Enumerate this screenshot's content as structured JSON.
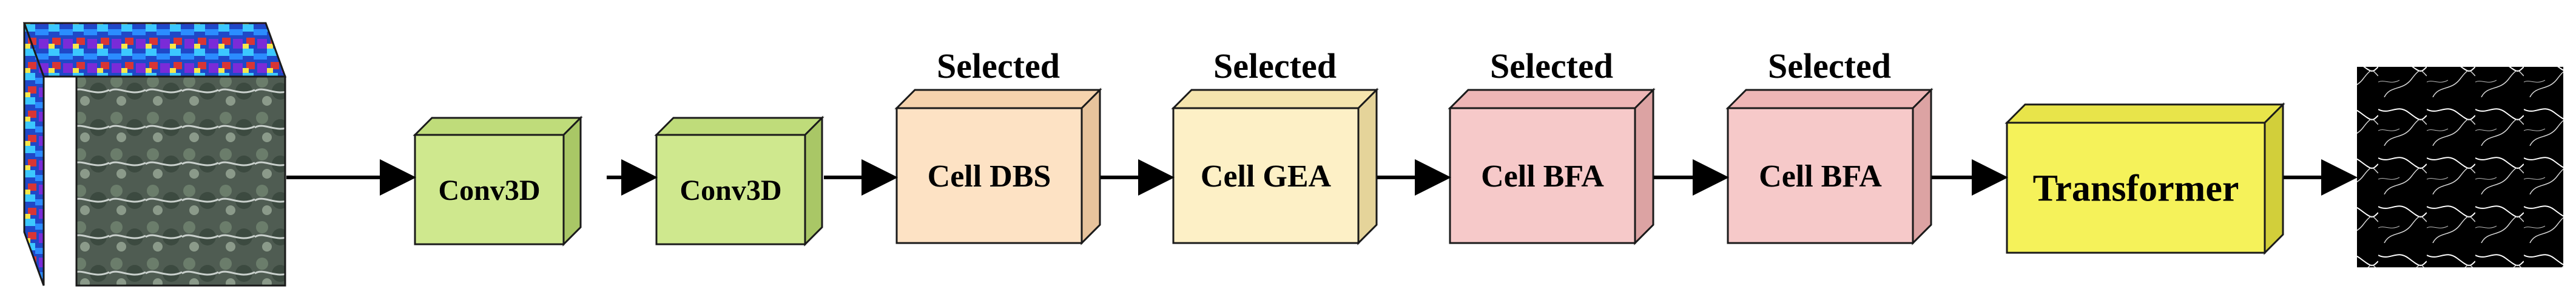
{
  "pipeline": {
    "blocks": [
      {
        "id": "conv3d-1",
        "label": "Conv3D",
        "face": "#cfe88e",
        "top": "#bfdc7a",
        "side": "#a9c766",
        "above": ""
      },
      {
        "id": "conv3d-2",
        "label": "Conv3D",
        "face": "#cfe88e",
        "top": "#bfdc7a",
        "side": "#a9c766",
        "above": ""
      },
      {
        "id": "cell-dbs",
        "label": "Cell DBS",
        "face": "#fde2c4",
        "top": "#f6d3ad",
        "side": "#e7c39c",
        "above": "Selected"
      },
      {
        "id": "cell-gea",
        "label": "Cell GEA",
        "face": "#fdf0c6",
        "top": "#f5e5ae",
        "side": "#e5d49a",
        "above": "Selected"
      },
      {
        "id": "cell-bfa-1",
        "label": "Cell BFA",
        "face": "#f6c9c9",
        "top": "#eeb6b6",
        "side": "#dca3a3",
        "above": "Selected"
      },
      {
        "id": "cell-bfa-2",
        "label": "Cell BFA",
        "face": "#f6c9c9",
        "top": "#eeb6b6",
        "side": "#dca3a3",
        "above": "Selected"
      },
      {
        "id": "transformer",
        "label": "Transformer",
        "face": "#f5f25a",
        "top": "#e8e44a",
        "side": "#d2cf3a",
        "above": ""
      }
    ],
    "arrow_color": "#000000"
  }
}
